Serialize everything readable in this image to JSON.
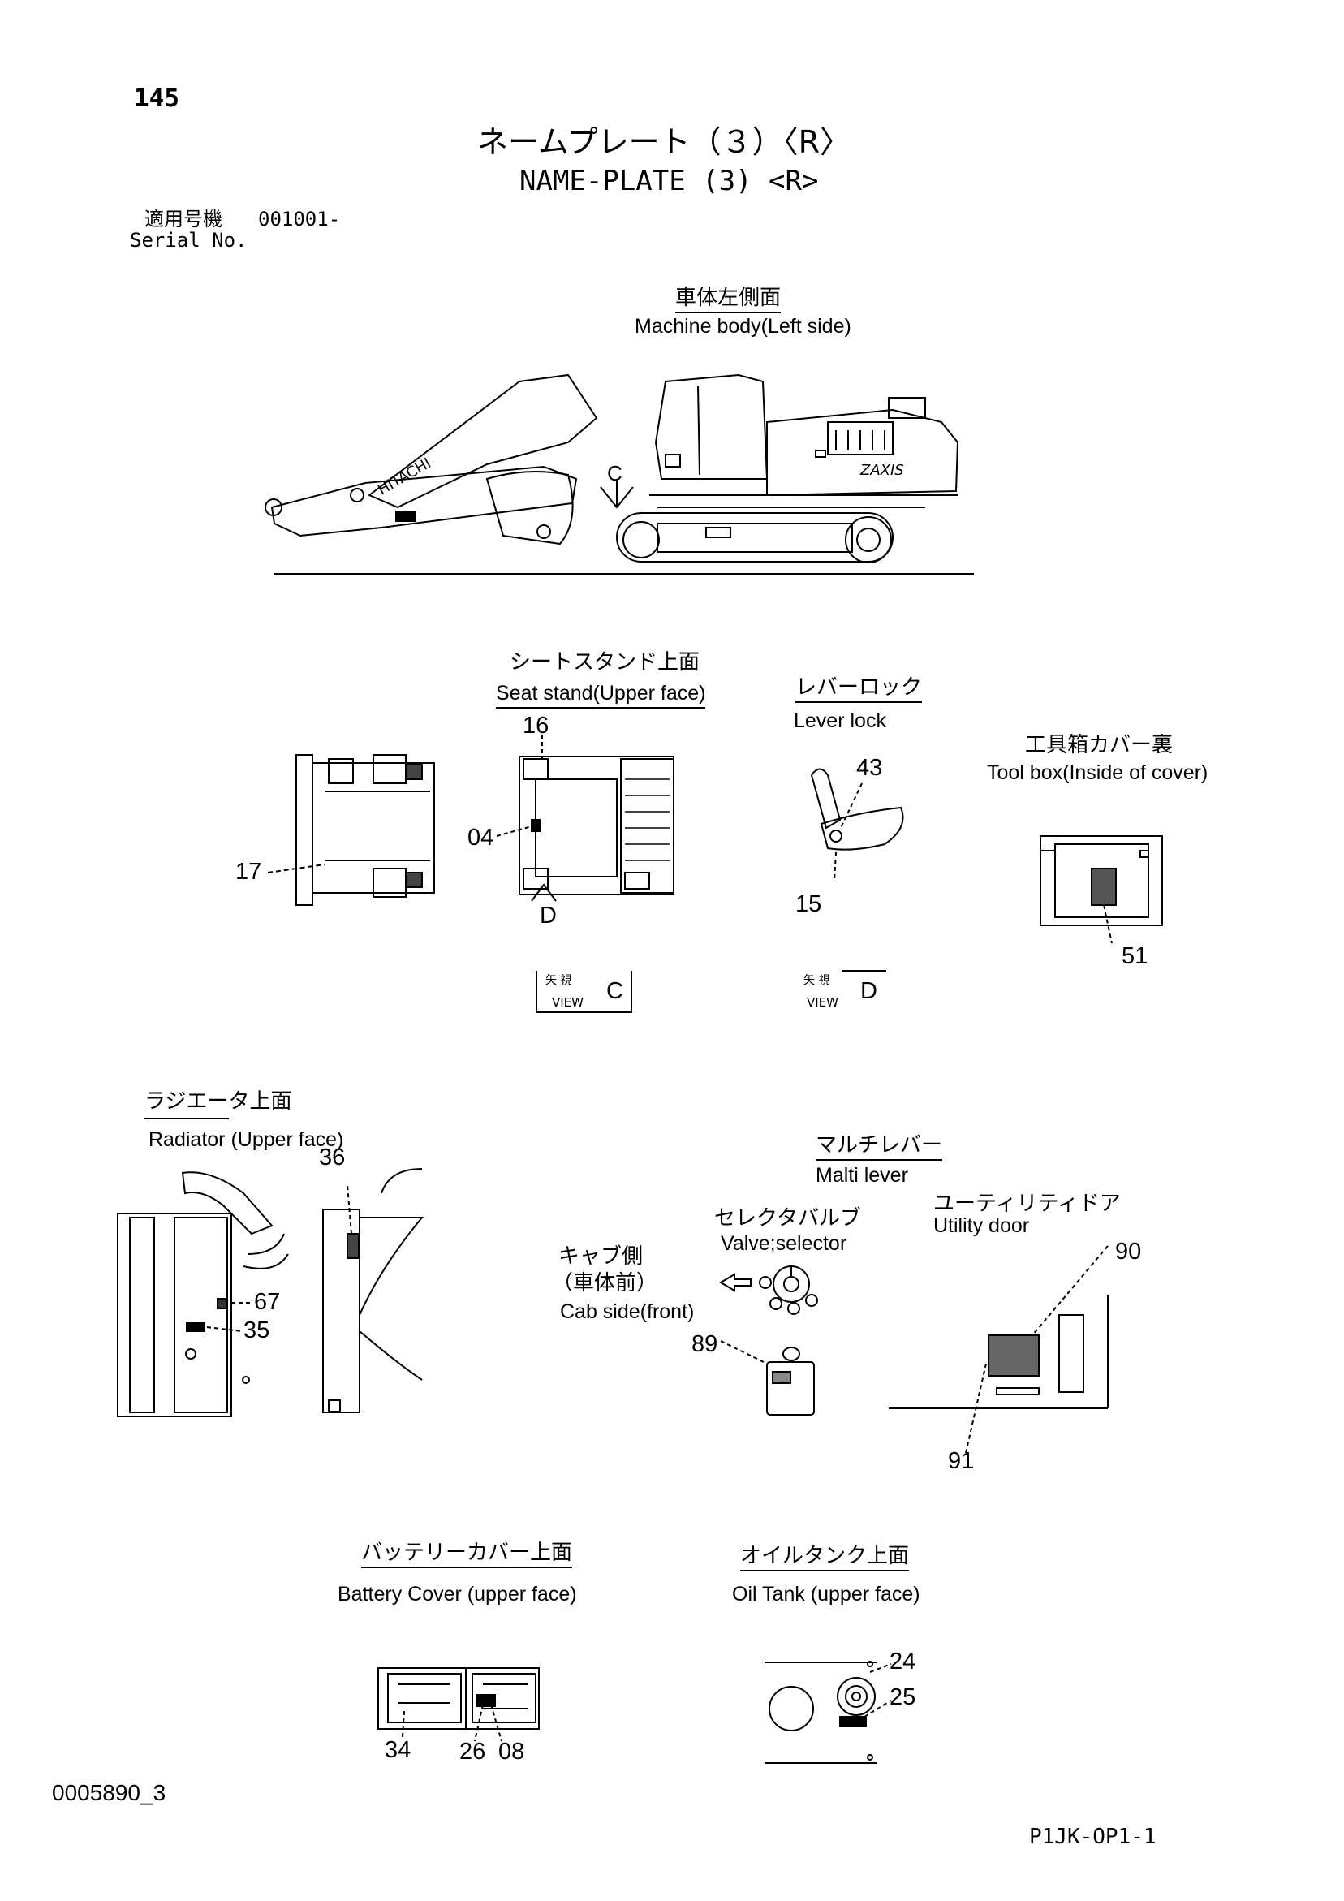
{
  "page": {
    "page_number": "145",
    "title_jp": "ネームプレート（３）〈R〉",
    "title_en": "NAME-PLATE (3) <R>",
    "serial_label_jp": "適用号機",
    "serial_value": "001001-",
    "serial_label_en": "Serial No.",
    "doc_id": "0005890_3",
    "code": "P1JK-OP1-1"
  },
  "sections": {
    "machine_body": {
      "jp": "車体左側面",
      "en": "Machine body(Left side)",
      "view_letter": "C"
    },
    "seat_stand": {
      "jp": "シートスタンド上面",
      "en": "Seat stand(Upper face)"
    },
    "lever_lock": {
      "jp": "レバーロック",
      "en": "Lever lock"
    },
    "tool_box": {
      "jp": "工具箱カバー裏",
      "en": "Tool box(Inside of cover)"
    },
    "radiator": {
      "jp": "ラジエータ上面",
      "en": "Radiator (Upper face)"
    },
    "multi_lever": {
      "jp": "マルチレバー",
      "en": "Malti lever"
    },
    "valve_selector": {
      "jp": "セレクタバルブ",
      "en": "Valve;selector"
    },
    "utility_door": {
      "jp": "ユーティリティドア",
      "en": "Utility door"
    },
    "cab_side": {
      "jp1": "キャブ側",
      "jp2": "（車体前）",
      "en": "Cab side(front)"
    },
    "battery_cover": {
      "jp": "バッテリーカバー上面",
      "en": "Battery Cover (upper face)"
    },
    "oil_tank": {
      "jp": "オイルタンク上面",
      "en": "Oil Tank (upper face)"
    }
  },
  "views": {
    "view_jp": "矢 視",
    "view_en": "VIEW",
    "c": "C",
    "d": "D"
  },
  "callouts": {
    "n16": "16",
    "n17": "17",
    "n04": "04",
    "d_letter": "D",
    "n43": "43",
    "n15": "15",
    "n51": "51",
    "n36": "36",
    "n67": "67",
    "n35": "35",
    "n89": "89",
    "n90": "90",
    "n91": "91",
    "n34": "34",
    "n26": "26",
    "n08": "08",
    "n24": "24",
    "n25": "25"
  }
}
